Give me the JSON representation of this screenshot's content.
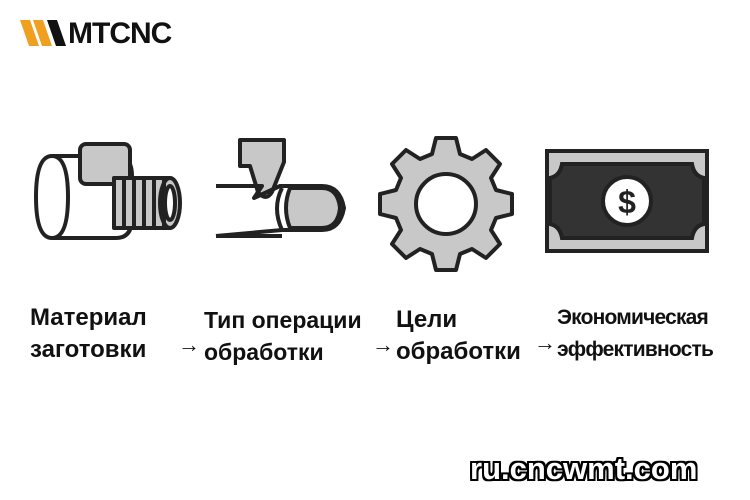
{
  "logo": {
    "text": "MTCNC",
    "accent_color": "#f0a020"
  },
  "steps": [
    {
      "icon": "workpiece-icon",
      "line1": "Материал",
      "line2": "заготовки"
    },
    {
      "icon": "cutting-tool-icon",
      "line1": "Тип операции",
      "line2": "обработки"
    },
    {
      "icon": "gear-icon",
      "line1": "Цели",
      "line2": "обработки"
    },
    {
      "icon": "money-icon",
      "line1": "Экономическая",
      "line2": "эффективность"
    }
  ],
  "arrow": "→",
  "website": "ru.cncwmt.com",
  "colors": {
    "icon_fill": "#c8c8c8",
    "stroke": "#222222",
    "dark": "#333333"
  }
}
